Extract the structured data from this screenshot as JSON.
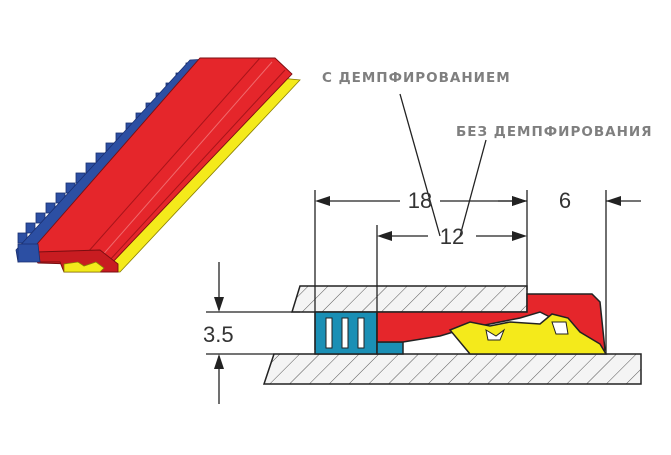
{
  "labels": {
    "with_damping": "С ДЕМПФИРОВАНИЕМ",
    "without_damping": "БЕЗ ДЕМПФИРОВАНИЯ"
  },
  "dimensions": {
    "width_18": "18",
    "width_12": "12",
    "gap_6": "6",
    "height_3_5": "3.5"
  },
  "colors": {
    "red": "#e5262b",
    "yellow": "#f4ea1b",
    "blue": "#2c4fa3",
    "teal": "#1a8fb5",
    "line": "#222222",
    "hatch": "#555555"
  }
}
